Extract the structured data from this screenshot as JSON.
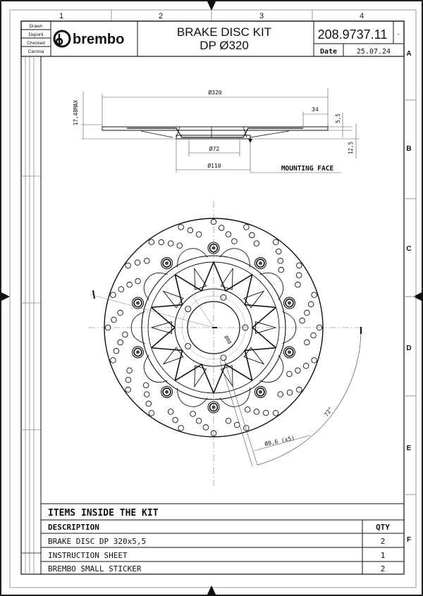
{
  "sheet": {
    "columns": [
      "1",
      "2",
      "3",
      "4"
    ],
    "rows": [
      "A",
      "B",
      "C",
      "D",
      "E",
      "F"
    ]
  },
  "title_block": {
    "drawn_label": "Drawn",
    "drawn_by": "Deporti",
    "checked_label": "Checked",
    "checked_by": "Caronia",
    "logo": "brembo",
    "title_line1": "BRAKE DISC KIT",
    "title_line2": "DP Ø320",
    "part_number": "208.9737.11",
    "revision": "-",
    "date_label": "Date",
    "date": "25.07.24"
  },
  "side_view": {
    "dim_outer": "Ø320",
    "dim_track": "34",
    "dim_height_max": "17,48MAX",
    "dim_thickness": "5,5",
    "dim_offset": "12,5",
    "dim_bore": "Ø72",
    "dim_hub": "Ø110",
    "mounting_face": "MOUNTING FACE"
  },
  "front_view": {
    "dim_pcd": "Ø80",
    "dim_holes": "Ø8,6 (x5)",
    "dim_angle": "72°"
  },
  "kit_table": {
    "title": "ITEMS INSIDE THE KIT",
    "headers": {
      "description": "DESCRIPTION",
      "qty": "QTY"
    },
    "items": [
      {
        "description": "BRAKE DISC DP 320x5,5",
        "qty": "2"
      },
      {
        "description": "INSTRUCTION SHEET",
        "qty": "1"
      },
      {
        "description": "BREMBO SMALL STICKER",
        "qty": "2"
      }
    ]
  }
}
